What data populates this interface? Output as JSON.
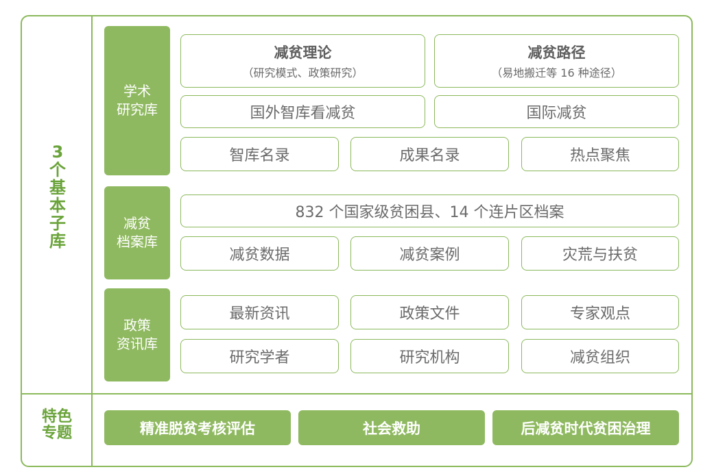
{
  "left_labels": {
    "main": [
      "3",
      "个",
      "基",
      "本",
      "子",
      "库"
    ],
    "featured": [
      "特色",
      "专题"
    ]
  },
  "categories": [
    {
      "lines": [
        "学术",
        "研究库"
      ]
    },
    {
      "lines": [
        "减贫",
        "档案库"
      ]
    },
    {
      "lines": [
        "政策",
        "资讯库"
      ]
    }
  ],
  "academic": {
    "theory_title": "减贫理论",
    "theory_sub": "（研究模式、政策研究）",
    "path_title": "减贫路径",
    "path_sub": "（易地搬迁等 16 种途径）",
    "foreign_think_tank": "国外智库看减贫",
    "international": "国际减贫",
    "row3": [
      "智库名录",
      "成果名录",
      "热点聚焦"
    ]
  },
  "archive": {
    "counties": "832 个国家级贫困县、14 个连片区档案",
    "row2": [
      "减贫数据",
      "减贫案例",
      "灾荒与扶贫"
    ]
  },
  "policy": {
    "row1": [
      "最新资讯",
      "政策文件",
      "专家观点"
    ],
    "row2": [
      "研究学者",
      "研究机构",
      "减贫组织"
    ]
  },
  "featured_topics": [
    "精准脱贫考核评估",
    "社会救助",
    "后减贫时代贫困治理"
  ]
}
